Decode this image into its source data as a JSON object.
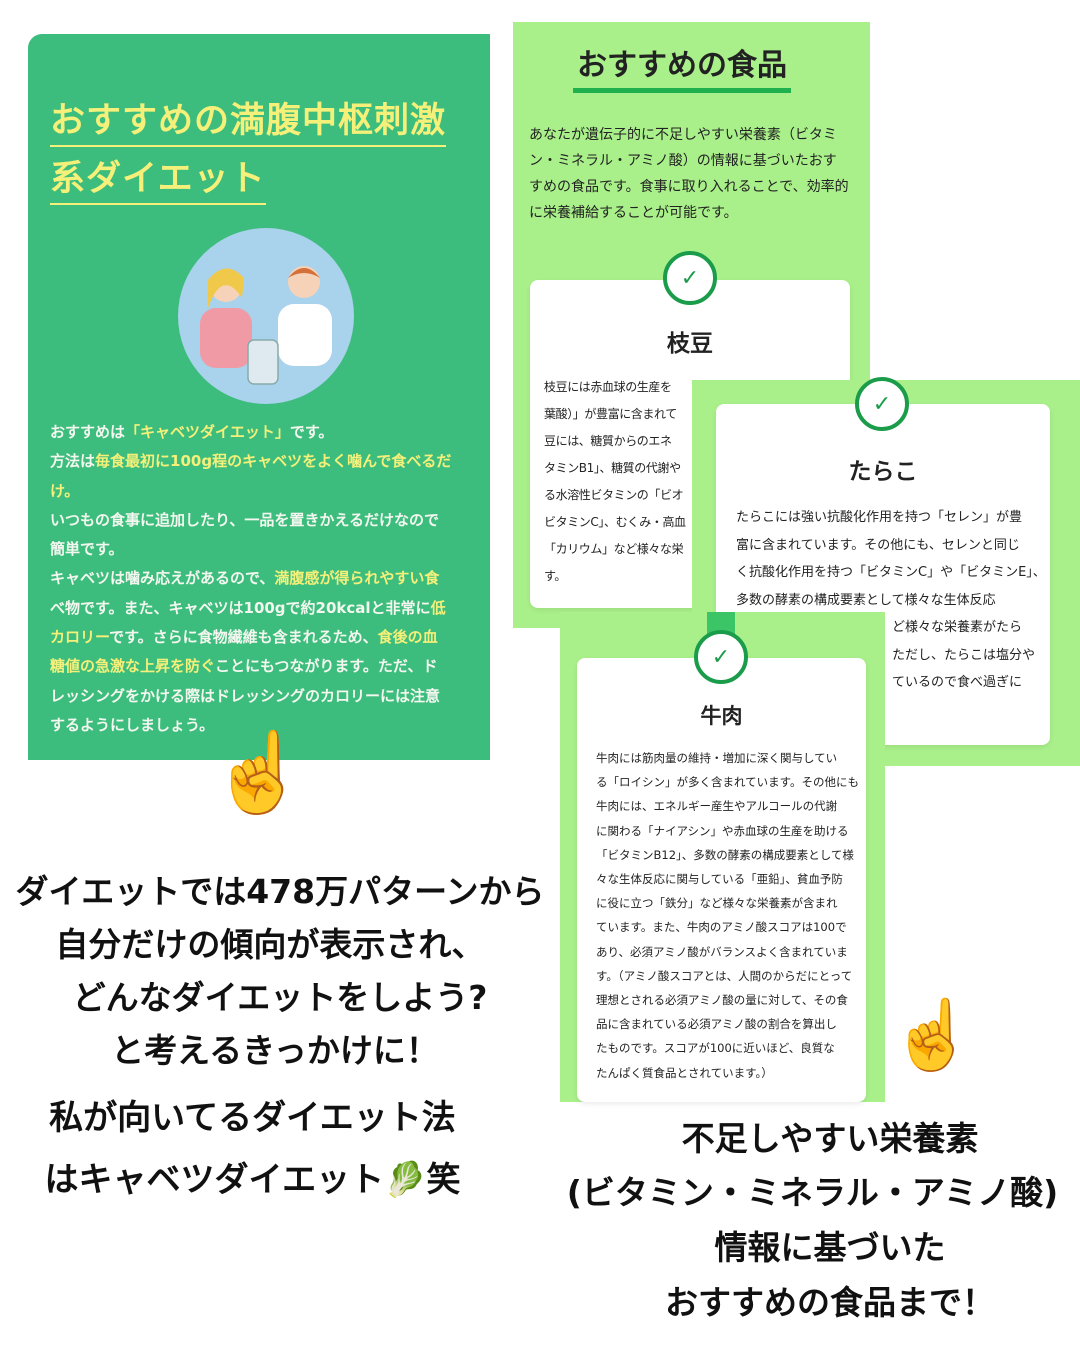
{
  "left_panel": {
    "title_lines": [
      "おすすめの満腹中枢刺激",
      "系ダイエット"
    ],
    "body": [
      [
        {
          "t": "おすすめは"
        },
        {
          "t": "「キャベツダイエット」",
          "h": 1
        },
        {
          "t": "です。"
        }
      ],
      [
        {
          "t": "方法は"
        },
        {
          "t": "毎食最初に100g程のキャベツをよく噛んで食べるだ",
          "h": 1
        }
      ],
      [
        {
          "t": "け。",
          "h": 1
        }
      ],
      [
        {
          "t": "いつもの食事に追加したり、一品を置きかえるだけなので"
        }
      ],
      [
        {
          "t": "簡単です。"
        }
      ],
      [
        {
          "t": "キャベツは噛み応えがあるので、"
        },
        {
          "t": "満腹感が得られやすい食",
          "h": 1
        }
      ],
      [
        {
          "t": "べ物です。また、キャベツは100gで約20kcalと非常に"
        },
        {
          "t": "低",
          "h": 1
        }
      ],
      [
        {
          "t": "カロリー",
          "h": 1
        },
        {
          "t": "です。さらに食物繊維も含まれるため、"
        },
        {
          "t": "食後の血",
          "h": 1
        }
      ],
      [
        {
          "t": "糖値の急激な上昇を防ぐ",
          "h": 1
        },
        {
          "t": "ことにもつながります。ただ、ド"
        }
      ],
      [
        {
          "t": "レッシングをかける際はドレッシングのカロリーには注意"
        }
      ],
      [
        {
          "t": "するようにしましょう。"
        }
      ]
    ]
  },
  "left_caption": [
    "ダイエットでは478万パターンから",
    "自分だけの傾向が表示され、",
    "どんなダイエットをしよう?",
    "と考えるきっかけに！",
    "私が向いてるダイエット法",
    "はキャベツダイエット🥬笑"
  ],
  "emoji_pointer": "☝️",
  "recommend": {
    "title": "おすすめの食品",
    "description": "あなたが遺伝子的に不足しやすい栄養素（ビタミン・ミネラル・アミノ酸）の情報に基づいたおすすめの食品です。食事に取り入れることで、効率的に栄養補給することが可能です。",
    "check": "✓",
    "edamame": {
      "name": "枝豆",
      "lines": [
        "枝豆には赤血球の生産を",
        "葉酸）」が豊富に含まれて",
        "豆には、糖質からのエネ",
        "タミンB1」、糖質の代謝や",
        "る水溶性ビタミンの「ビオ",
        "ビタミンC」、むくみ・高血",
        "「カリウム」など様々な栄",
        "す。"
      ]
    },
    "tarako": {
      "name": "たらこ",
      "lines": [
        "たらこには強い抗酸化作用を持つ「セレン」が豊",
        "富に含まれています。その他にも、セレンと同じ",
        "く抗酸化作用を持つ「ビタミンC」や「ビタミンE」、",
        "多数の酵素の構成要素として様々な生体反応"
      ],
      "partial_lines": [
        "ど様々な栄養素がたら",
        "ただし、たらこは塩分や",
        "ているので食べ過ぎに"
      ]
    },
    "beef": {
      "name": "牛肉",
      "lines": [
        "牛肉には筋肉量の維持・増加に深く関与してい",
        "る「ロイシン」が多く含まれています。その他にも",
        "牛肉には、エネルギー産生やアルコールの代謝",
        "に関わる「ナイアシン」や赤血球の生産を助ける",
        "「ビタミンB12」、多数の酵素の構成要素として様",
        "々な生体反応に関与している「亜鉛」、貧血予防",
        "に役に立つ「鉄分」など様々な栄養素が含まれ",
        "ています。また、牛肉のアミノ酸スコアは100で",
        "あり、必須アミノ酸がバランスよく含まれていま",
        "す。（アミノ酸スコアとは、人間のからだにとって",
        "理想とされる必須アミノ酸の量に対して、その食",
        "品に含まれている必須アミノ酸の割合を算出し",
        "たものです。スコアが100に近いほど、良質な",
        "たんぱく質食品とされています。）"
      ]
    }
  },
  "right_caption": [
    "不足しやすい栄養素",
    "(ビタミン・ミネラル・アミノ酸)",
    "情報に基づいた",
    "おすすめの食品まで！"
  ]
}
